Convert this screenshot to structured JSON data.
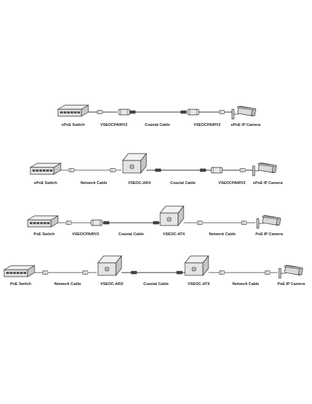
{
  "rows": [
    {
      "labels": [
        "ePoE Switch",
        "VSEOCPAIRV2",
        "Coaxial Cable",
        "VSEOCPAIRV2",
        "ePoE IP Camera"
      ]
    },
    {
      "labels": [
        "ePoE Switch",
        "Network Cable",
        "VSEOC-ARX",
        "Coaxial Cable",
        "VSEOCPAIRV2",
        "ePoE IP Camera"
      ]
    },
    {
      "labels": [
        "PoE Switch",
        "VSEOCPAIRV2",
        "Coaxial Cable",
        "VSEOC-ATX",
        "Network Cable",
        "PoE IP Camera"
      ]
    },
    {
      "labels": [
        "PoE Switch",
        "Network Cable",
        "VSEOC-ARX",
        "Coaxial Cable",
        "VSEOC-ATX",
        "Network Cable",
        "PoE IP Camera"
      ]
    }
  ],
  "colors": {
    "line": "#333333",
    "device": "#dcdcdc",
    "text": "#222222"
  }
}
